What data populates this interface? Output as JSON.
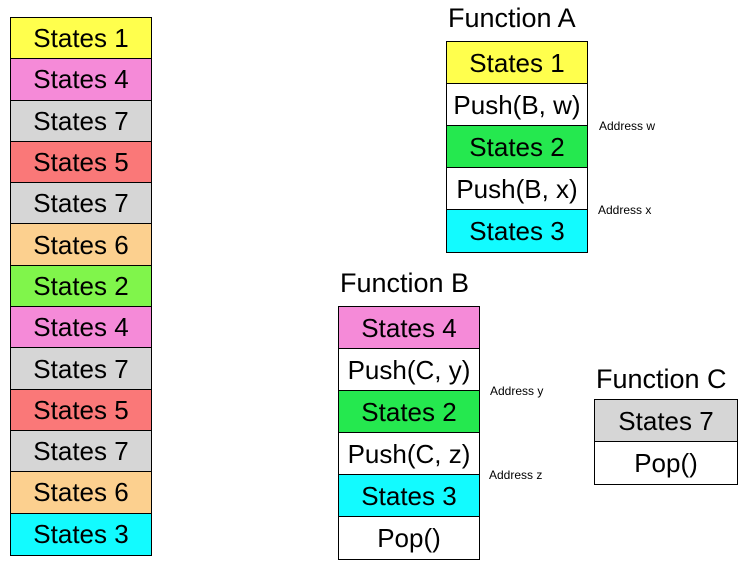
{
  "colors": {
    "yellow": "#ffff4d",
    "pink": "#f58ad8",
    "gray": "#d6d6d6",
    "salmon": "#fa7878",
    "orange": "#fcd08f",
    "light_green": "#80f54b",
    "green": "#25e84f",
    "cyan": "#12fbff",
    "white": "#ffffff"
  },
  "trace": {
    "cells": [
      {
        "label": "States 1",
        "color": "yellow"
      },
      {
        "label": "States 4",
        "color": "pink"
      },
      {
        "label": "States 7",
        "color": "gray"
      },
      {
        "label": "States 5",
        "color": "salmon"
      },
      {
        "label": "States 7",
        "color": "gray"
      },
      {
        "label": "States 6",
        "color": "orange"
      },
      {
        "label": "States 2",
        "color": "light_green"
      },
      {
        "label": "States 4",
        "color": "pink"
      },
      {
        "label": "States 7",
        "color": "gray"
      },
      {
        "label": "States 5",
        "color": "salmon"
      },
      {
        "label": "States 7",
        "color": "gray"
      },
      {
        "label": "States 6",
        "color": "orange"
      },
      {
        "label": "States 3",
        "color": "cyan"
      }
    ]
  },
  "function_a": {
    "title": "Function A",
    "cells": [
      {
        "label": "States 1",
        "color": "yellow"
      },
      {
        "label": "Push(B, w)",
        "color": "white"
      },
      {
        "label": "States 2",
        "color": "green"
      },
      {
        "label": "Push(B, x)",
        "color": "white"
      },
      {
        "label": "States 3",
        "color": "cyan"
      }
    ],
    "addresses": [
      "Address w",
      "Address x"
    ]
  },
  "function_b": {
    "title": "Function B",
    "cells": [
      {
        "label": "States 4",
        "color": "pink"
      },
      {
        "label": "Push(C, y)",
        "color": "white"
      },
      {
        "label": "States 2",
        "color": "green"
      },
      {
        "label": "Push(C, z)",
        "color": "white"
      },
      {
        "label": "States 3",
        "color": "cyan"
      },
      {
        "label": "Pop()",
        "color": "white"
      }
    ],
    "addresses": [
      "Address y",
      "Address z"
    ]
  },
  "function_c": {
    "title": "Function C",
    "cells": [
      {
        "label": "States 7",
        "color": "gray"
      },
      {
        "label": "Pop()",
        "color": "white"
      }
    ]
  }
}
